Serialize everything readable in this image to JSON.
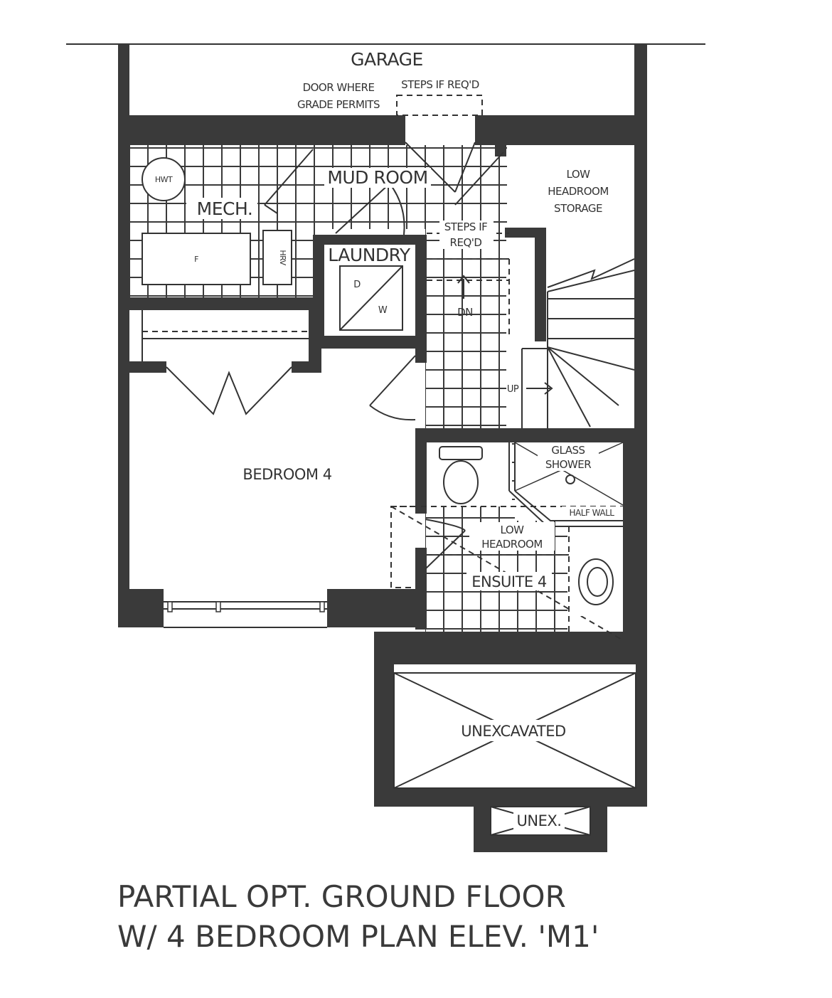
{
  "rooms": {
    "garage": "GARAGE",
    "door_note_1": "DOOR WHERE",
    "door_note_2": "GRADE PERMITS",
    "steps_top": "STEPS IF REQ'D",
    "mud_room": "MUD ROOM",
    "hwt": "HWT",
    "mech": "MECH.",
    "furnace": "F",
    "hrv": "HRV",
    "laundry": "LAUNDRY",
    "dryer": "D",
    "washer": "W",
    "steps_mid_1": "STEPS IF",
    "steps_mid_2": "REQ'D",
    "down": "DN",
    "up": "UP",
    "storage_1": "LOW",
    "storage_2": "HEADROOM",
    "storage_3": "STORAGE",
    "bedroom": "BEDROOM 4",
    "shower_1": "GLASS",
    "shower_2": "SHOWER",
    "half_wall": "HALF WALL",
    "low_1": "LOW",
    "low_2": "HEADROOM",
    "ensuite": "ENSUITE 4",
    "unexcavated": "UNEXCAVATED",
    "unex": "UNEX."
  },
  "caption": {
    "line1": "PARTIAL OPT. GROUND FLOOR",
    "line2": "W/ 4 BEDROOM PLAN ELEV. 'M1'"
  },
  "colors": {
    "wall": "#3a3a3a",
    "background": "#ffffff"
  }
}
